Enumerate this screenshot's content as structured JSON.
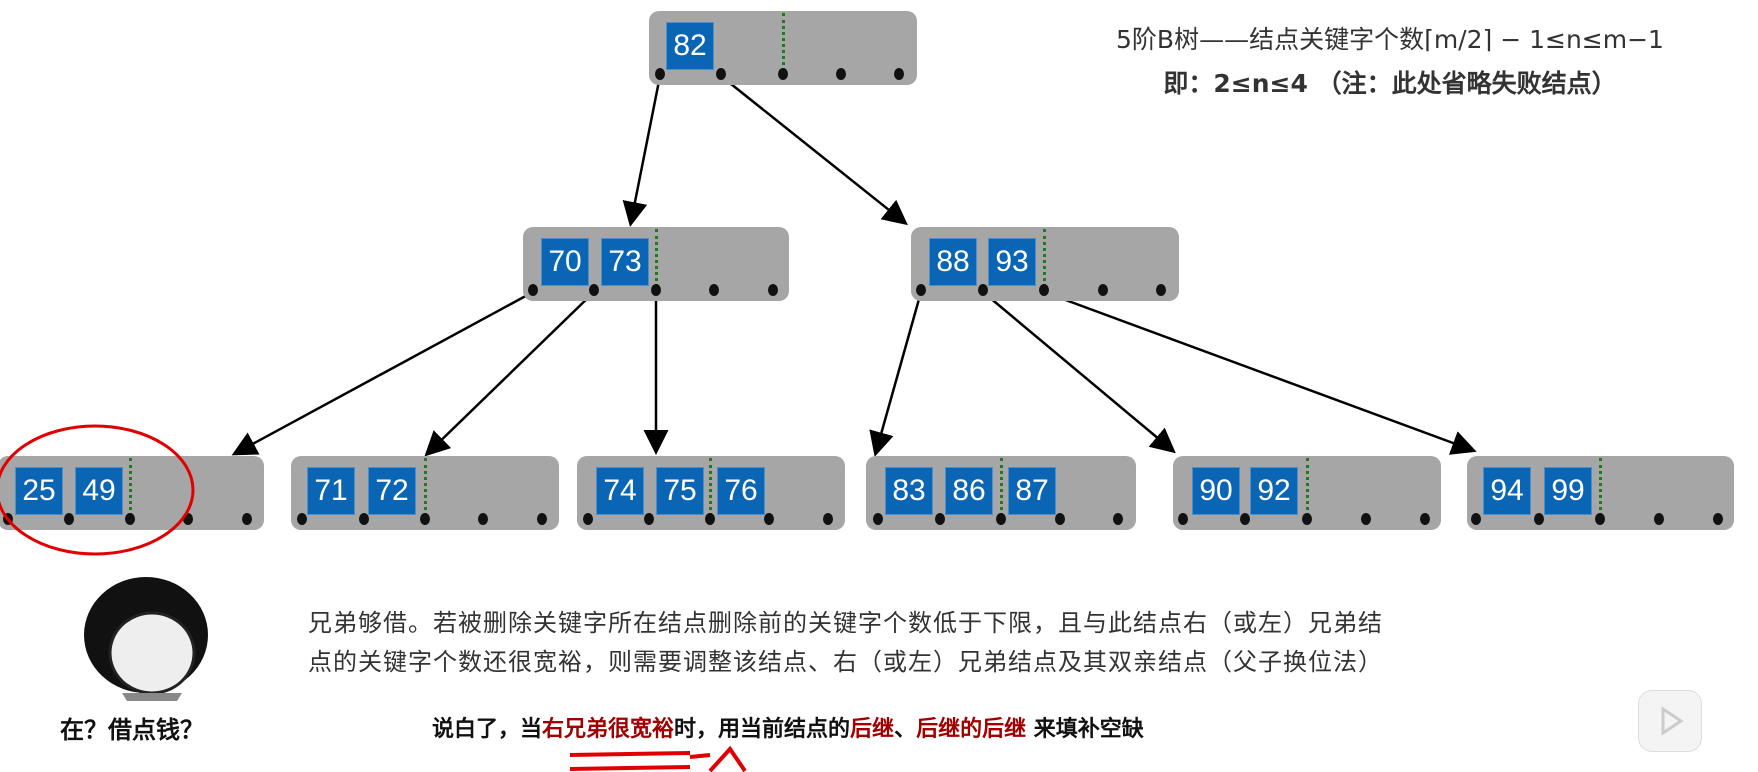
{
  "title_line1": "5阶B树——结点关键字个数⌈m/2⌉ − 1≤n≤m−1",
  "title_line2": "即：2≤n≤4 （注：此处省略失败结点）",
  "tree": {
    "root": [
      "82"
    ],
    "level2": [
      [
        "70",
        "73"
      ],
      [
        "88",
        "93"
      ]
    ],
    "leaves": [
      [
        "25",
        "49"
      ],
      [
        "71",
        "72"
      ],
      [
        "74",
        "75",
        "76"
      ],
      [
        "83",
        "86",
        "87"
      ],
      [
        "90",
        "92"
      ],
      [
        "94",
        "99"
      ]
    ]
  },
  "explanation_line1": "兄弟够借。若被删除关键字所在结点删除前的关键字个数低于下限，且与此结点右（或左）兄弟结",
  "explanation_line2": "点的关键字个数还很宽裕，则需要调整该结点、右（或左）兄弟结点及其双亲结点（父子换位法）",
  "meme_caption": "在？借点钱？",
  "summary": {
    "p1": "说白了，当",
    "p2": "右兄弟很宽裕",
    "p3": "时，用当前结点的",
    "p4": "后继",
    "p5": "、",
    "p6": "后继的后继",
    "p7": " 来填补空缺"
  },
  "colors": {
    "key": "#0a66b4",
    "node": "#a6a6a6",
    "highlight": "#a00000",
    "annotation": "#e00000"
  }
}
